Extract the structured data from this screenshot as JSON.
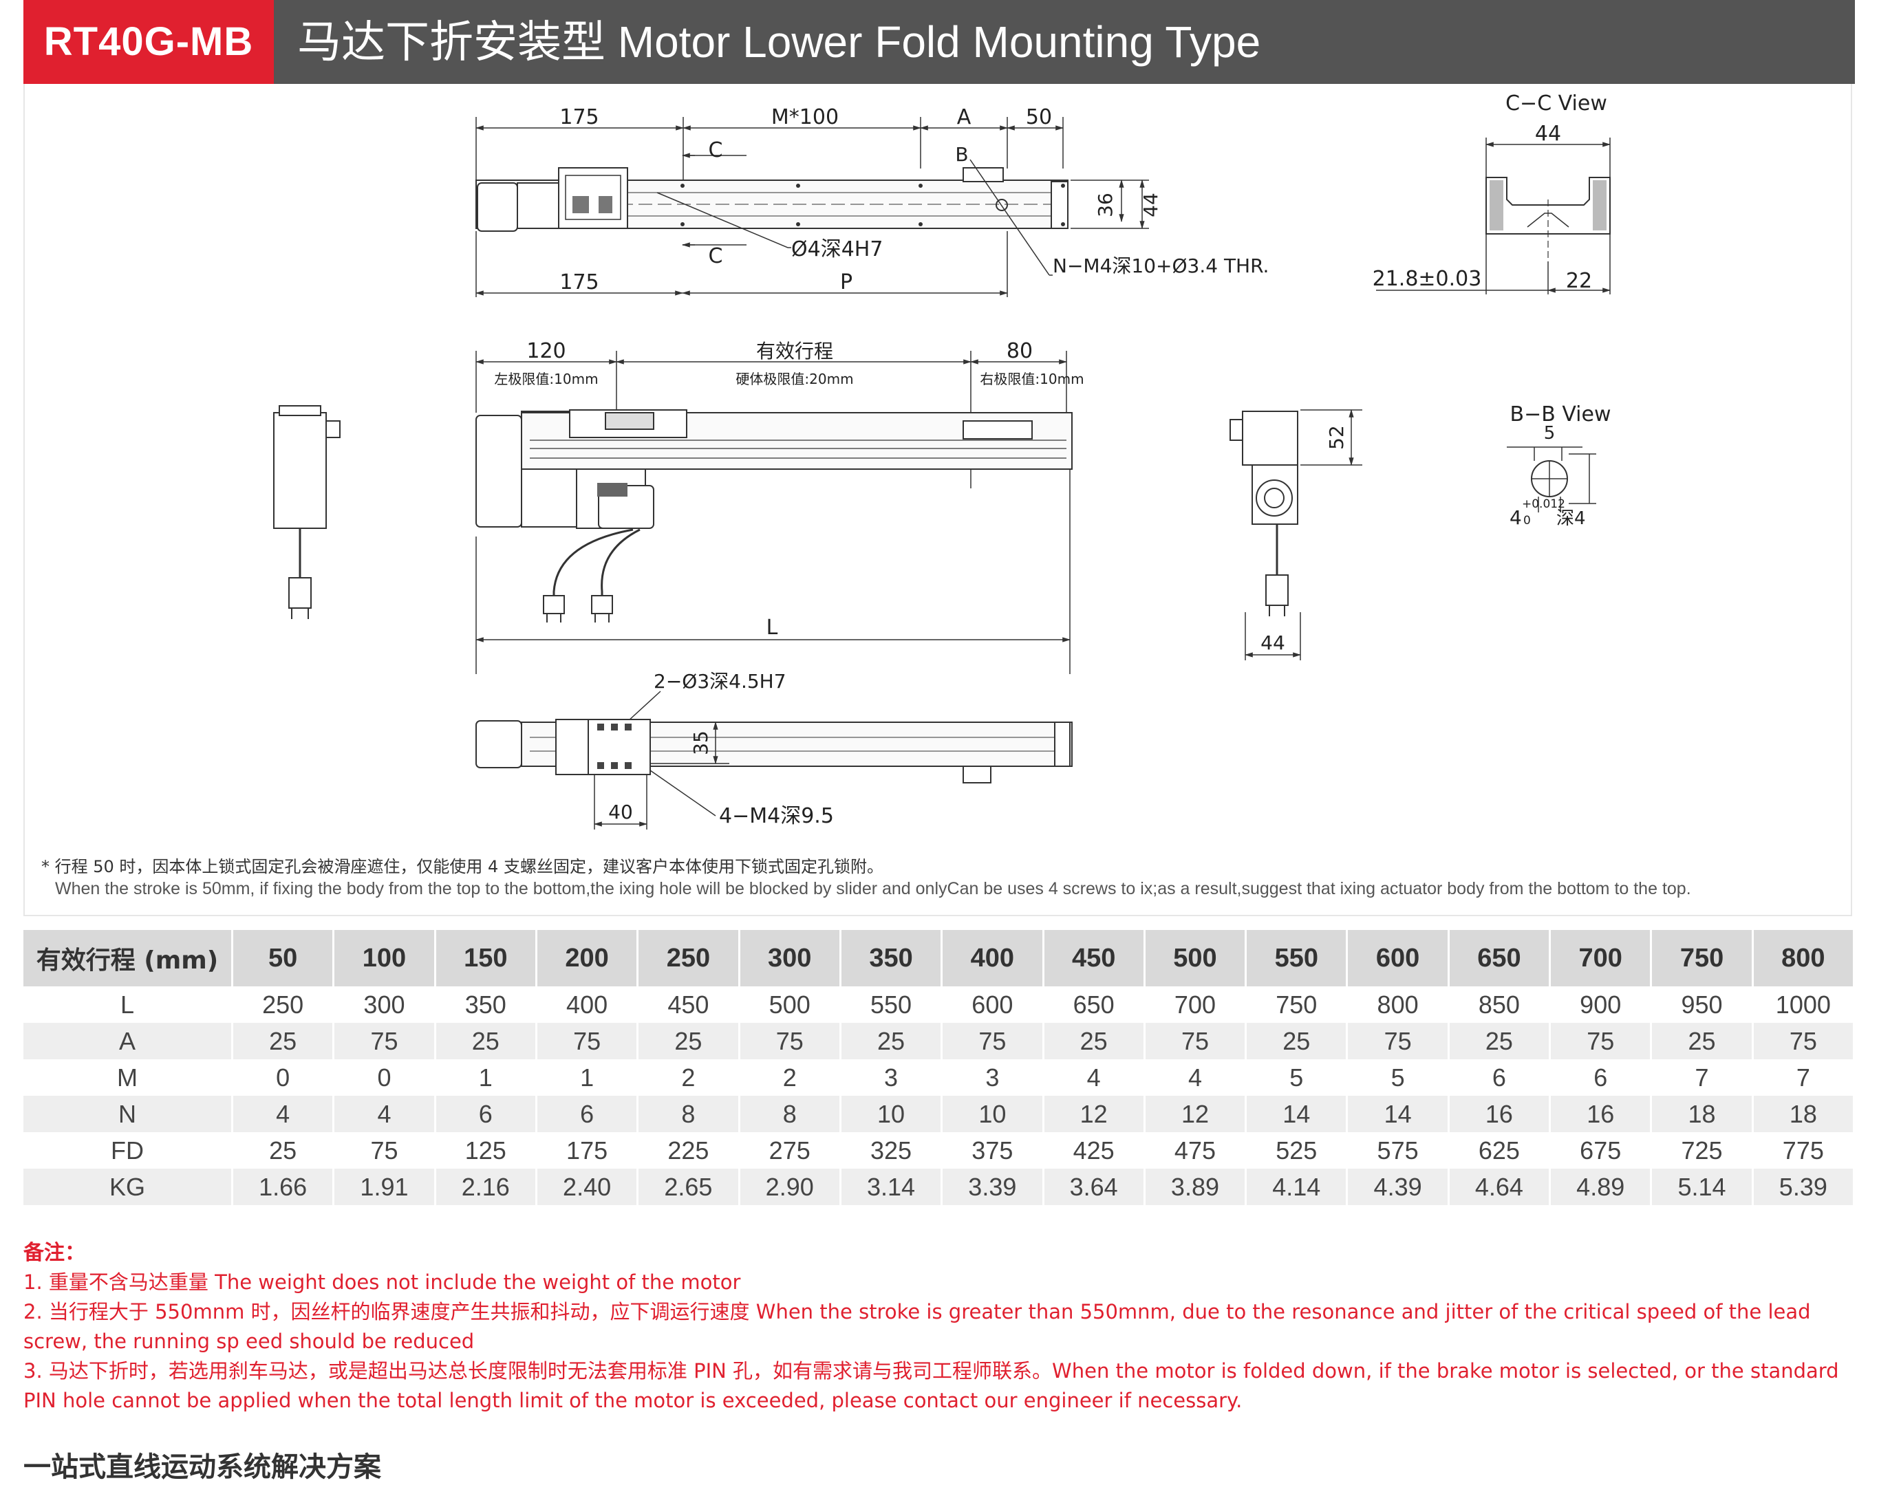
{
  "header": {
    "model": "RT40G-MB",
    "title": "马达下折安装型 Motor Lower Fold Mounting Type"
  },
  "drawing": {
    "top_view": {
      "dims_top": [
        "175",
        "M*100",
        "A",
        "50"
      ],
      "dims_bottom": [
        "175",
        "P"
      ],
      "section_c": "C",
      "section_b": "B",
      "height_36": "36",
      "height_44": "44",
      "hole_note": "Ø4深4H7",
      "thread_note": "N−M4深10+Ø3.4 THR."
    },
    "cc_view": {
      "title": "C−C View",
      "width": "44",
      "offset": "21.8±0.03",
      "right": "22"
    },
    "side_view": {
      "dims": [
        "120",
        "有效行程",
        "80"
      ],
      "limits": [
        "左极限值:10mm",
        "硬体极限值:20mm",
        "右极限值:10mm"
      ],
      "total_length": "L"
    },
    "end_view": {
      "height": "52",
      "width": "44"
    },
    "bb_view": {
      "title": "B−B View",
      "top": "5",
      "tol": "4",
      "tol_sup": "+0.012",
      "tol_sub": "0",
      "depth": "深4"
    },
    "bottom_view": {
      "pin_note": "2−Ø3深4.5H7",
      "height": "35",
      "width": "40",
      "thread_note": "4−M4深9.5"
    }
  },
  "notes": {
    "star": "* 行程 50 时，因本体上锁式固定孔会被滑座遮住，仅能使用 4 支螺丝固定，建议客户本体使用下锁式固定孔锁附。",
    "en": "When the stroke is 50mm, if fixing the body from the top to the bottom,the ixing hole will be blocked by slider and onlyCan be uses 4 screws to ix;as a result,suggest that ixing actuator body from the bottom to the top."
  },
  "table": {
    "header_label": "有效行程 (mm)",
    "strokes": [
      "50",
      "100",
      "150",
      "200",
      "250",
      "300",
      "350",
      "400",
      "450",
      "500",
      "550",
      "600",
      "650",
      "700",
      "750",
      "800"
    ],
    "rows": [
      {
        "label": "L",
        "values": [
          "250",
          "300",
          "350",
          "400",
          "450",
          "500",
          "550",
          "600",
          "650",
          "700",
          "750",
          "800",
          "850",
          "900",
          "950",
          "1000"
        ]
      },
      {
        "label": "A",
        "values": [
          "25",
          "75",
          "25",
          "75",
          "25",
          "75",
          "25",
          "75",
          "25",
          "75",
          "25",
          "75",
          "25",
          "75",
          "25",
          "75"
        ]
      },
      {
        "label": "M",
        "values": [
          "0",
          "0",
          "1",
          "1",
          "2",
          "2",
          "3",
          "3",
          "4",
          "4",
          "5",
          "5",
          "6",
          "6",
          "7",
          "7"
        ]
      },
      {
        "label": "N",
        "values": [
          "4",
          "4",
          "6",
          "6",
          "8",
          "8",
          "10",
          "10",
          "12",
          "12",
          "14",
          "14",
          "16",
          "16",
          "18",
          "18"
        ]
      },
      {
        "label": "FD",
        "values": [
          "25",
          "75",
          "125",
          "175",
          "225",
          "275",
          "325",
          "375",
          "425",
          "475",
          "525",
          "575",
          "625",
          "675",
          "725",
          "775"
        ]
      },
      {
        "label": "KG",
        "values": [
          "1.66",
          "1.91",
          "2.16",
          "2.40",
          "2.65",
          "2.90",
          "3.14",
          "3.39",
          "3.64",
          "3.89",
          "4.14",
          "4.39",
          "4.64",
          "4.89",
          "5.14",
          "5.39"
        ]
      }
    ]
  },
  "remarks": {
    "title": "备注：",
    "items": [
      "1. 重量不含马达重量 The weight does not include the weight of the motor",
      "2. 当行程大于 550mnm 时，因丝杆的临界速度产生共振和抖动，应下调运行速度 When the stroke is greater than 550mnm, due to the resonance and jitter of the critical speed of the lead screw, the running sp eed should be reduced",
      "3. 马达下折时，若选用刹车马达，或是超出马达总长度限制时无法套用标准 PIN 孔，如有需求请与我司工程师联系。When the motor is folded down, if the brake motor is selected, or the standard PIN hole cannot be applied when the total length limit of the motor is exceeded, please contact our engineer if necessary."
    ]
  },
  "footer": {
    "title": "一站式直线运动系统解决方案"
  }
}
